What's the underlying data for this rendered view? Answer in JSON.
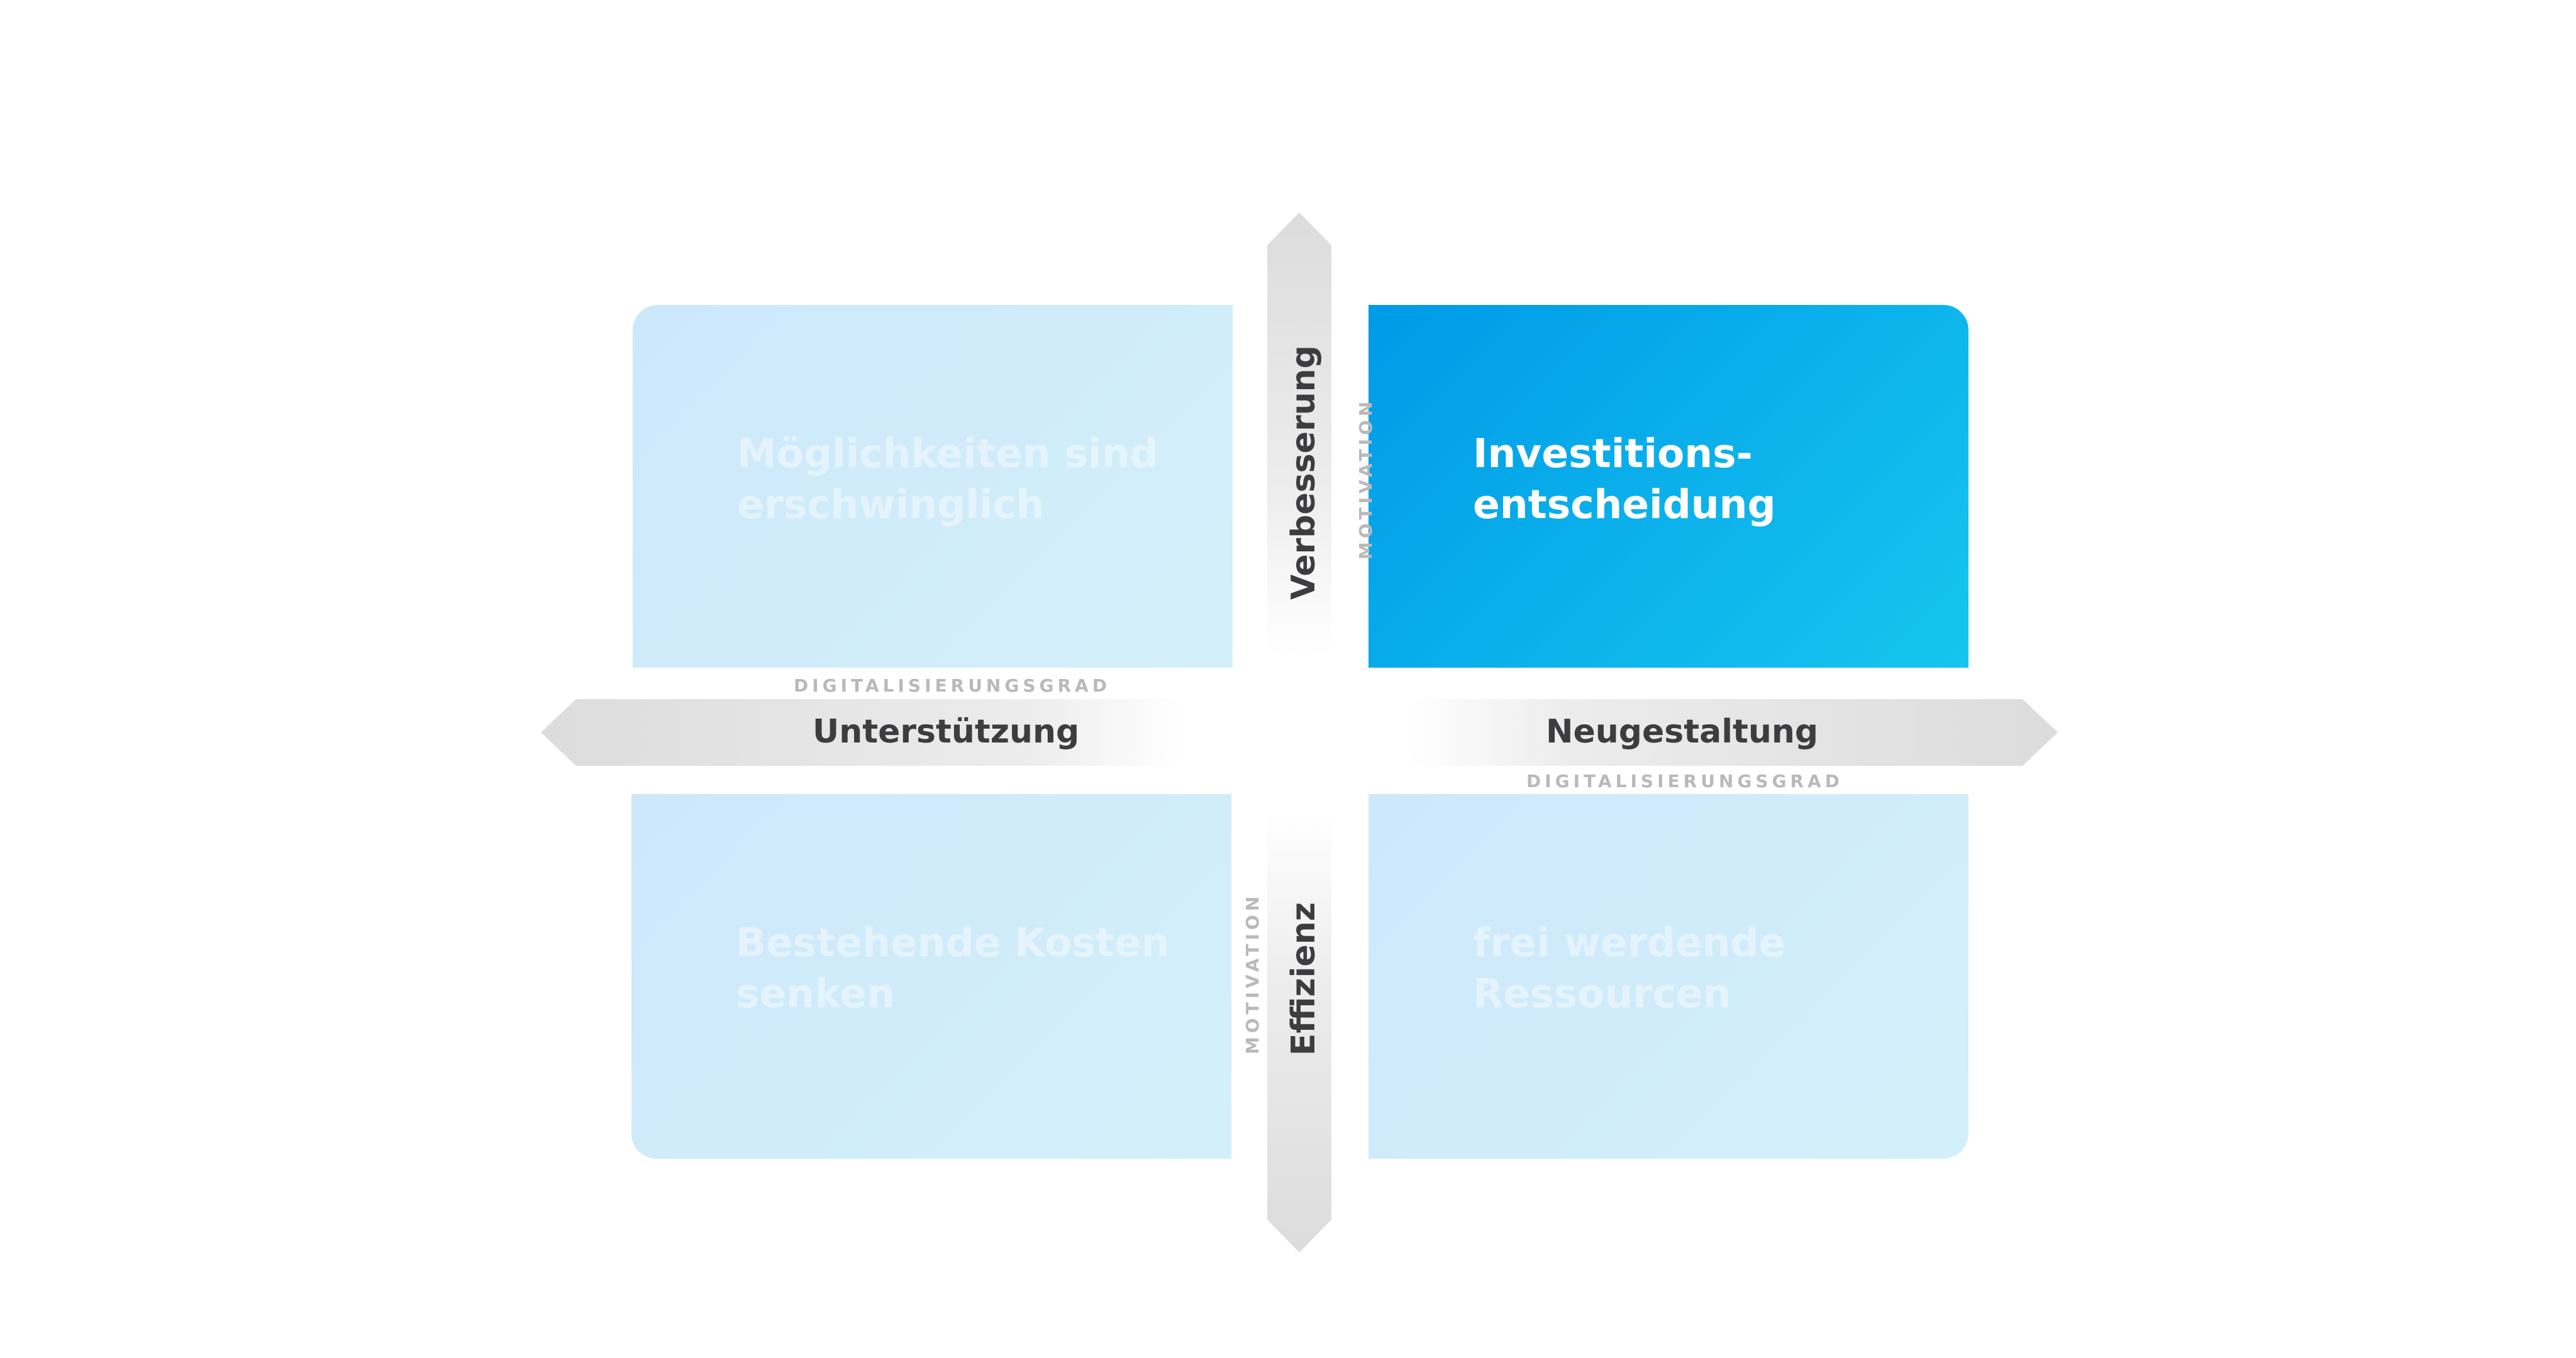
{
  "quadrants": {
    "top_left": {
      "line1": "Möglichkeiten sind",
      "line2": "erschwinglich",
      "highlighted": false
    },
    "top_right": {
      "line1": "Investitions-",
      "line2": "entscheidung",
      "highlighted": true
    },
    "bottom_left": {
      "line1": "Bestehende Kosten",
      "line2": "senken",
      "highlighted": false
    },
    "bottom_right": {
      "line1": "frei werdende",
      "line2": "Ressourcen",
      "highlighted": false
    }
  },
  "axes": {
    "vertical": {
      "top_label": "Verbesserung",
      "bottom_label": "Effizienz",
      "top_caption": "MOTIVATION",
      "bottom_caption": "MOTIVATION"
    },
    "horizontal": {
      "left_label": "Unterstützung",
      "right_label": "Neugestaltung",
      "left_caption": "DIGITALISIERUNGSGRAD",
      "right_caption": "DIGITALISIERUNGSGRAD"
    }
  },
  "colors": {
    "highlight_start": "#009ae8",
    "highlight_end": "#16c6ee",
    "muted_start": "#cde8fb",
    "muted_end": "#d3f0fa",
    "label_text": "#3d3d3f",
    "caption_text": "#b9b9bb"
  }
}
